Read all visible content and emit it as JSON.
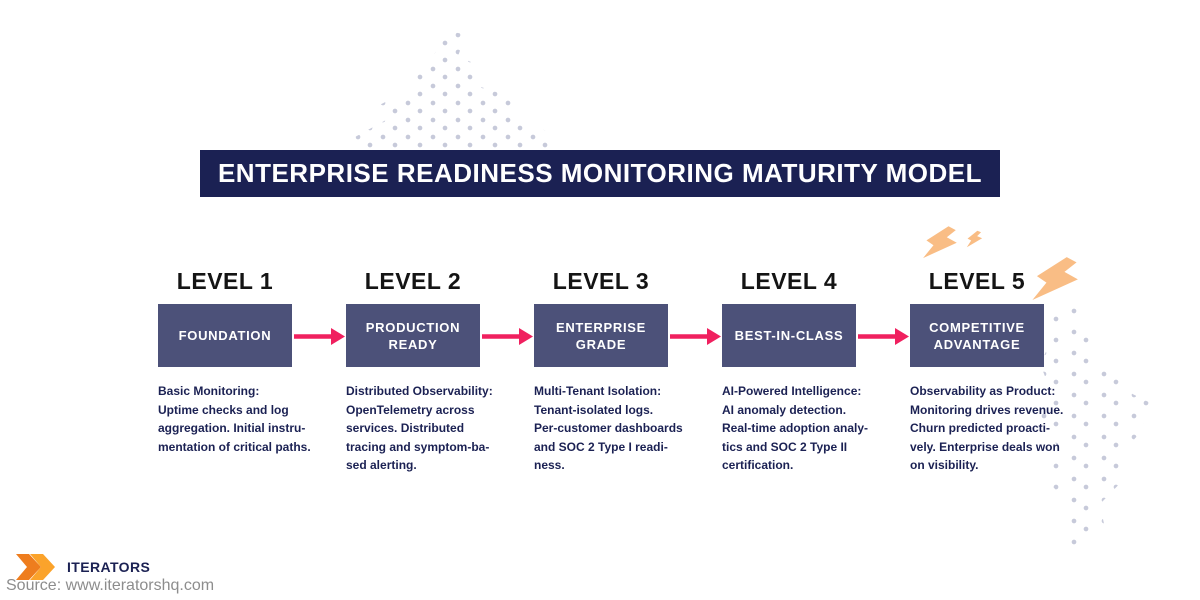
{
  "title": "ENTERPRISE READINESS MONITORING MATURITY MODEL",
  "levels": [
    {
      "label": "LEVEL 1",
      "name": "FOUNDATION",
      "description": "Basic Monitoring:\nUptime checks and log\naggregation. Initial instru-\nmentation of critical paths."
    },
    {
      "label": "LEVEL 2",
      "name": "PRODUCTION\nREADY",
      "description": "Distributed Observability:\nOpenTelemetry across\nservices. Distributed\ntracing and symptom-ba-\nsed alerting."
    },
    {
      "label": "LEVEL 3",
      "name": "ENTERPRISE\nGRADE",
      "description": "Multi-Tenant Isolation:\nTenant-isolated logs.\nPer-customer dashboards\nand SOC 2 Type I readi-\nness."
    },
    {
      "label": "LEVEL 4",
      "name": "BEST-IN-CLASS",
      "description": "AI-Powered Intelligence:\nAI anomaly detection.\nReal-time adoption analy-\ntics and SOC 2 Type II\ncertification."
    },
    {
      "label": "LEVEL 5",
      "name": "COMPETITIVE\nADVANTAGE",
      "description": "Observability as Product:\nMonitoring drives revenue.\nChurn predicted proacti-\nvely. Enterprise deals won\non visibility."
    }
  ],
  "footer": {
    "brand": "ITERATORS",
    "source": "Source: www.iteratorshq.com"
  },
  "icons": {
    "arrow": "flow-arrow-right",
    "bolts": "lightning-bolts",
    "logo": "iterators-double-chevron"
  },
  "colors": {
    "banner_bg": "#1b2153",
    "box_bg": "#4c5179",
    "arrow_pink": "#f0205f",
    "text_navy": "#1b2153",
    "level_label": "#141414",
    "bolt_orange": "#f9bd85",
    "dots_gray": "#c7cada",
    "logo_orange_dark": "#ee7d1e",
    "logo_orange_light": "#fba32b",
    "source_gray": "#8d8d8d",
    "background": "#ffffff"
  }
}
